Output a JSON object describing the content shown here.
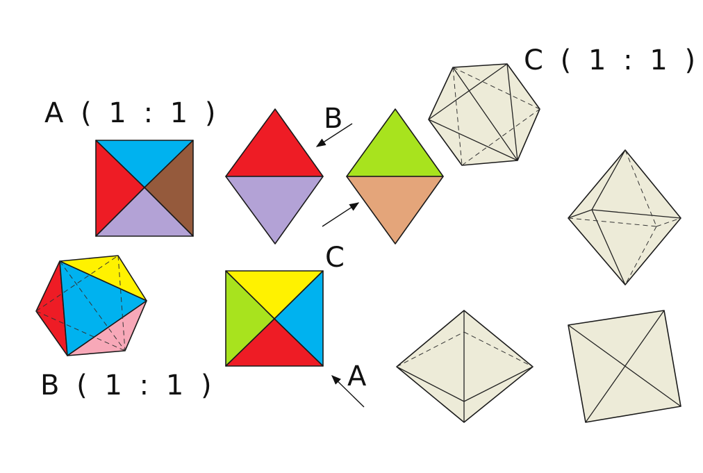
{
  "labels": {
    "a_ratio": "A ( 1 : 1 )",
    "b_ratio": "B ( 1 : 1 )",
    "c_ratio": "C ( 1 : 1 )",
    "arrow_b": "B",
    "arrow_c": "C",
    "arrow_a": "A"
  },
  "colors": {
    "red": "#ee1c25",
    "sky": "#00b2ef",
    "brown": "#955a3c",
    "lavender": "#b3a2d6",
    "green": "#a8e31e",
    "tan": "#e4a57a",
    "yellow": "#fff200",
    "pink": "#f7a8b8",
    "cream": "#edebd8",
    "outline": "#1a1a1a"
  }
}
